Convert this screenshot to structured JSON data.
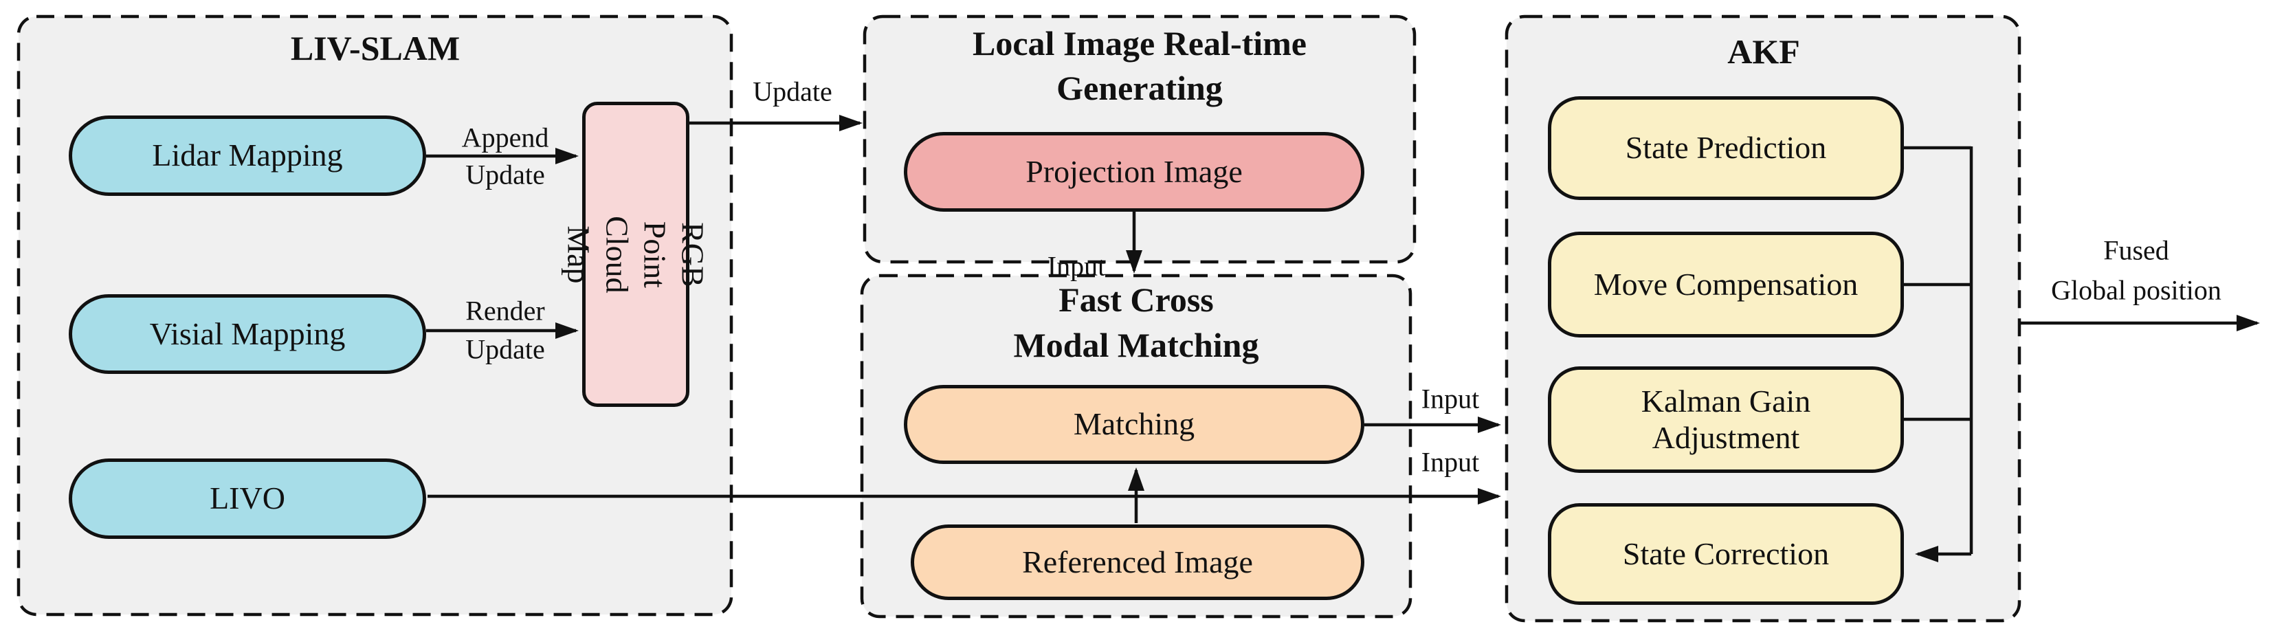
{
  "colors": {
    "cyan": "#a7dde8",
    "pink_light": "#f8d8d8",
    "pink": "#f1acab",
    "orange": "#fcd8b4",
    "yellow": "#faf0c6",
    "panel_fill": "#f0f0f0",
    "ink": "#111111"
  },
  "panels": {
    "liv_slam": {
      "title": "LIV-SLAM"
    },
    "local_image": {
      "title_line1": "Local Image Real-time",
      "title_line2": "Generating"
    },
    "fast_cross": {
      "title_line1": "Fast Cross",
      "title_line2": "Modal Matching"
    },
    "akf": {
      "title": "AKF"
    }
  },
  "nodes": {
    "lidar_mapping": "Lidar Mapping",
    "visial_mapping": "Visial Mapping",
    "livo": "LIVO",
    "rgb_point_cloud_map": "RGB Point Cloud Map",
    "projection_image": "Projection Image",
    "matching": "Matching",
    "referenced_image": "Referenced Image",
    "state_prediction": "State Prediction",
    "move_compensation": "Move Compensation",
    "kalman_gain_adjustment": "Kalman Gain Adjustment",
    "state_correction": "State Correction"
  },
  "edge_labels": {
    "lidar_to_map_line1": "Append",
    "lidar_to_map_line2": "Update",
    "visial_to_map_line1": "Render",
    "visial_to_map_line2": "Update",
    "map_to_local": "Update",
    "projection_to_fastcross": "Input",
    "matching_to_akf": "Input",
    "livo_to_akf": "Input",
    "output_line1": "Fused",
    "output_line2": "Global position"
  }
}
